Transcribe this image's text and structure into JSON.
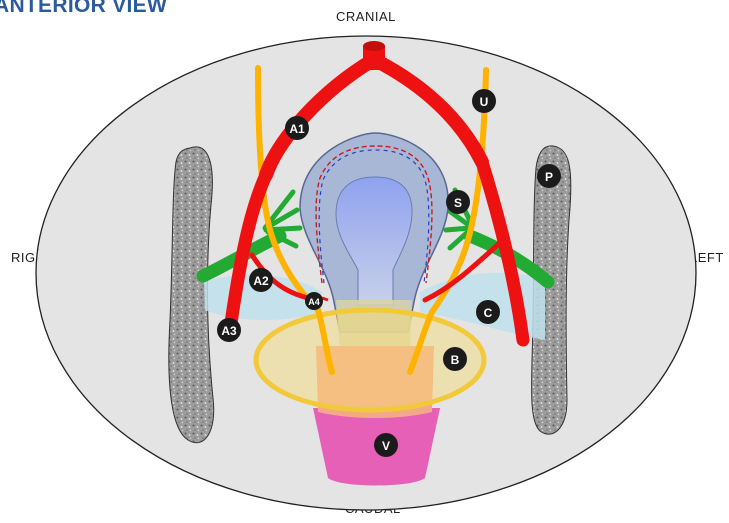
{
  "title": "ANTERIOR VIEW",
  "directions": {
    "cranial": "CRANIAL",
    "caudal": "CAUDAL",
    "right": "RIGHT",
    "left": "LEFT"
  },
  "markers": {
    "a1": "A1",
    "a2": "A2",
    "a3": "A3",
    "a4": "A4",
    "u": "U",
    "s": "S",
    "p": "P",
    "c": "C",
    "b": "B",
    "v": "V"
  },
  "colors": {
    "artery": "#ee1111",
    "ureter": "#ffb300",
    "nerve": "#22aa33",
    "pelvis_wall": "#e4e4e4",
    "bone": "#a8a8a8",
    "uterus": "#a9b7d6",
    "cavity": "#8fa2ef",
    "vagina": "#e760b8",
    "cervix": "#f3a88a",
    "bladder": "#f6dc74",
    "parametrium": "#bfe0ec"
  }
}
